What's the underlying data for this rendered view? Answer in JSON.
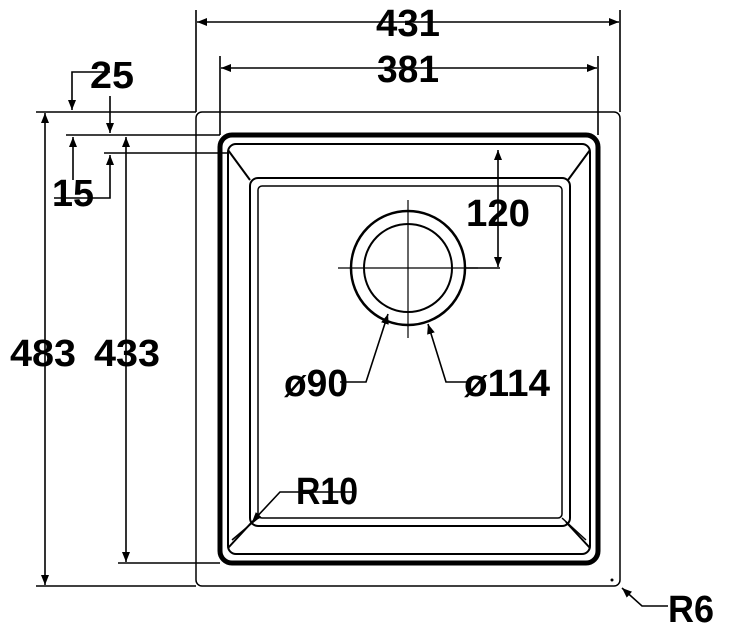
{
  "diagram": {
    "dimensions": {
      "outer_width": "431",
      "inner_width": "381",
      "top_margin": "25",
      "rim_depth": "15",
      "outer_height": "483",
      "inner_height": "433",
      "drain_offset": "120",
      "drain_inner_diameter": "ø90",
      "drain_outer_diameter": "ø114",
      "inner_corner_radius": "R10",
      "outer_corner_radius": "R6"
    },
    "colors": {
      "stroke": "#000000",
      "background": "#ffffff"
    }
  }
}
